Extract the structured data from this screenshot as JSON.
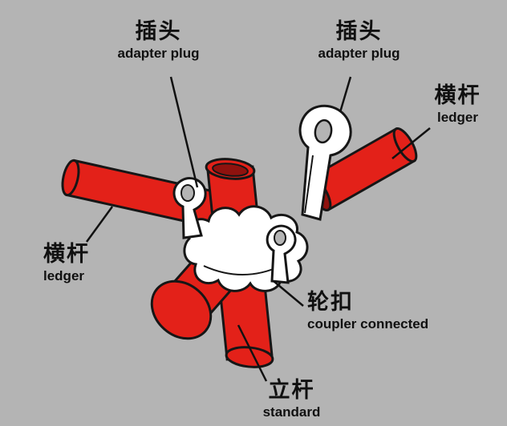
{
  "diagram": {
    "background": "#b4b4b4",
    "colors": {
      "tube_red": "#e32119",
      "tube_inner_dark": "#8f120e",
      "outline_black": "#161616",
      "plug_white": "#ffffff",
      "hole_gray": "#b4b4b4"
    },
    "labels": {
      "adapter_plug_top_left": {
        "zh": "插头",
        "en": "adapter plug"
      },
      "adapter_plug_top_right": {
        "zh": "插头",
        "en": "adapter plug"
      },
      "ledger_right": {
        "zh": "横杆",
        "en": "ledger"
      },
      "ledger_left": {
        "zh": "横杆",
        "en": "ledger"
      },
      "coupler": {
        "zh": "轮扣",
        "en": "coupler connected"
      },
      "standard": {
        "zh": "立杆",
        "en": "standard"
      }
    }
  }
}
